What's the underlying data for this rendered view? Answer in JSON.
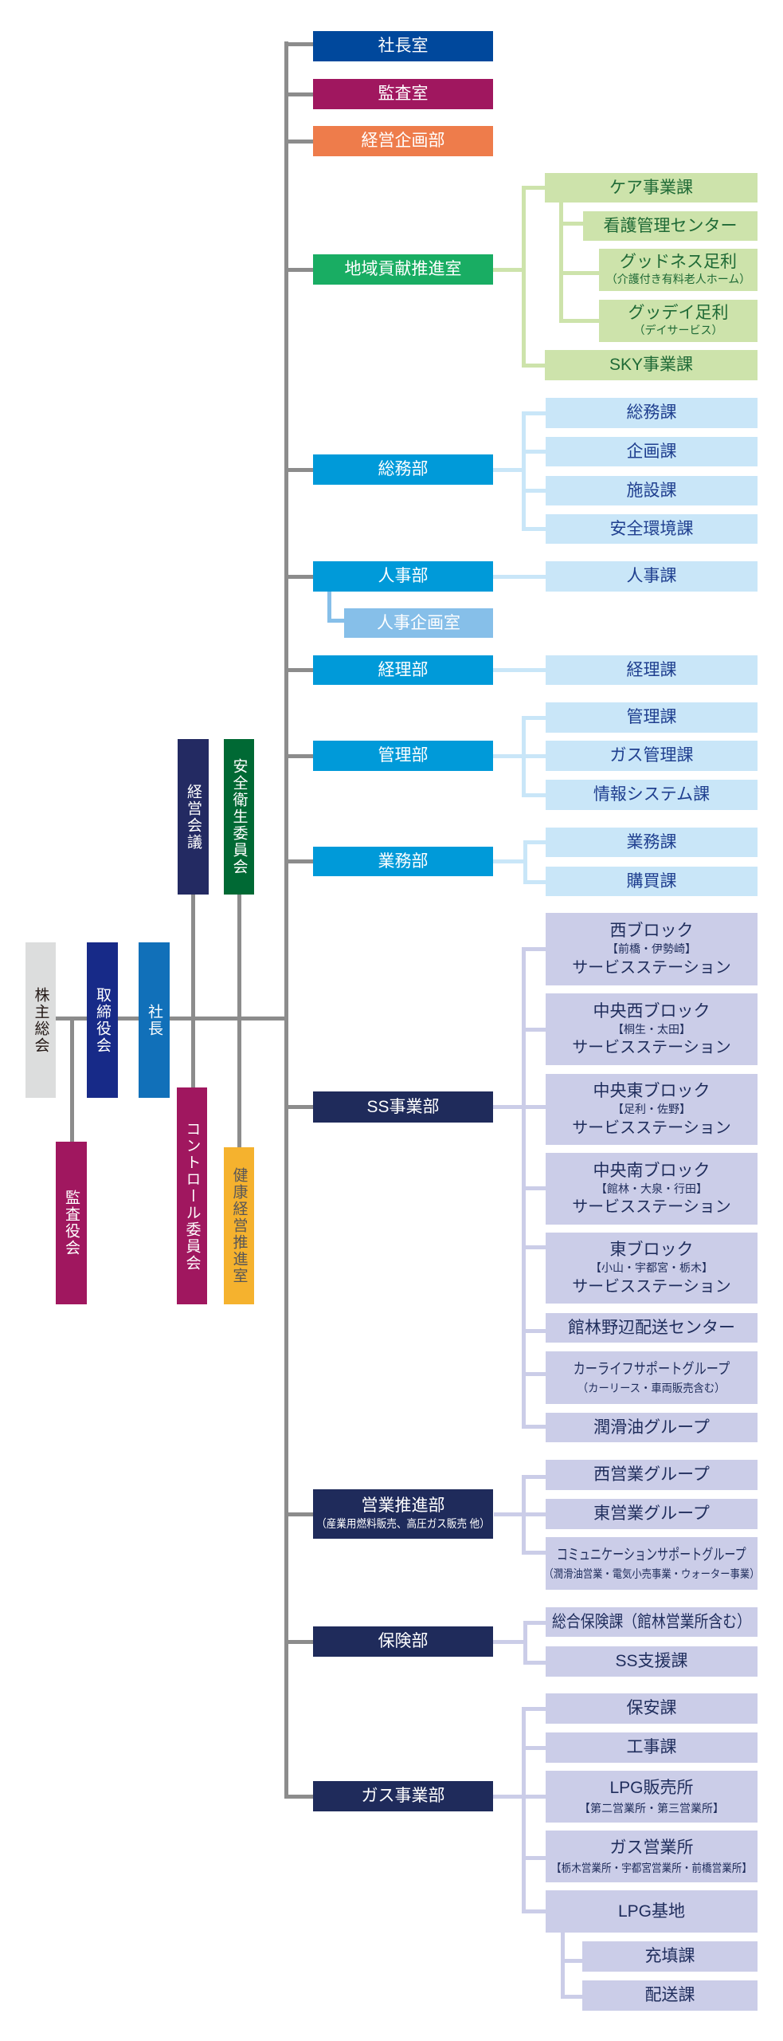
{
  "governance": {
    "shareholders_meeting": "株主総会",
    "board_of_directors": "取締役会",
    "president": "社長",
    "management_meeting": "経営会議",
    "safety_health_committee": "安全衛生委員会",
    "audit_board": "監査役会",
    "control_committee": "コントロール委員会",
    "health_management_office": "健康経営推進室"
  },
  "departments": [
    {
      "name": "社長室"
    },
    {
      "name": "監査室"
    },
    {
      "name": "経営企画部"
    },
    {
      "name": "地域貢献推進室",
      "children": [
        {
          "name": "ケア事業課",
          "children": [
            {
              "name": "看護管理センター"
            },
            {
              "name": "グッドネス足利",
              "note": "（介護付き有料老人ホーム）"
            },
            {
              "name": "グッデイ足利",
              "note": "（デイサービス）"
            }
          ]
        },
        {
          "name": "SKY事業課"
        }
      ]
    },
    {
      "name": "総務部",
      "children": [
        {
          "name": "総務課"
        },
        {
          "name": "企画課"
        },
        {
          "name": "施設課"
        },
        {
          "name": "安全環境課"
        }
      ]
    },
    {
      "name": "人事部",
      "sub_office": "人事企画室",
      "children": [
        {
          "name": "人事課"
        }
      ]
    },
    {
      "name": "経理部",
      "children": [
        {
          "name": "経理課"
        }
      ]
    },
    {
      "name": "管理部",
      "children": [
        {
          "name": "管理課"
        },
        {
          "name": "ガス管理課"
        },
        {
          "name": "情報システム課"
        }
      ]
    },
    {
      "name": "業務部",
      "children": [
        {
          "name": "業務課"
        },
        {
          "name": "購買課"
        }
      ]
    },
    {
      "name": "SS事業部",
      "children": [
        {
          "name": "西ブロック",
          "area": "【前橋・伊勢崎】",
          "type": "サービスステーション"
        },
        {
          "name": "中央西ブロック",
          "area": "【桐生・太田】",
          "type": "サービスステーション"
        },
        {
          "name": "中央東ブロック",
          "area": "【足利・佐野】",
          "type": "サービスステーション"
        },
        {
          "name": "中央南ブロック",
          "area": "【館林・大泉・行田】",
          "type": "サービスステーション"
        },
        {
          "name": "東ブロック",
          "area": "【小山・宇都宮・栃木】",
          "type": "サービスステーション"
        },
        {
          "name": "館林野辺配送センター"
        },
        {
          "name": "カーライフサポートグループ",
          "note": "（カーリース・車両販売含む）"
        },
        {
          "name": "潤滑油グループ"
        }
      ]
    },
    {
      "name": "営業推進部",
      "note": "（産業用燃料販売、高圧ガス販売 他）",
      "children": [
        {
          "name": "西営業グループ"
        },
        {
          "name": "東営業グループ"
        },
        {
          "name": "コミュニケーションサポートグループ",
          "note": "（潤滑油営業・電気小売事業・ウォーター事業）"
        }
      ]
    },
    {
      "name": "保険部",
      "children": [
        {
          "name": "総合保険課（館林営業所含む）"
        },
        {
          "name": "SS支援課"
        }
      ]
    },
    {
      "name": "ガス事業部",
      "children": [
        {
          "name": "保安課"
        },
        {
          "name": "工事課"
        },
        {
          "name": "LPG販売所",
          "note": "【第二営業所・第三営業所】"
        },
        {
          "name": "ガス営業所",
          "note": "【栃木営業所・宇都宮営業所・前橋営業所】"
        },
        {
          "name": "LPG基地",
          "children": [
            {
              "name": "充填課"
            },
            {
              "name": "配送課"
            }
          ]
        }
      ]
    }
  ],
  "colors": {
    "shareholders_meeting": "#dcdddd",
    "board_of_directors": "#172a88",
    "president": "#1170b9",
    "management_meeting": "#232a62",
    "safety_health_committee": "#006934",
    "audit_board": "#a0175f",
    "control_committee": "#a0175f",
    "health_management_office": "#f5b22e",
    "president_office": "#00489c",
    "audit_office": "#a0175f",
    "corporate_planning": "#ee7c4b",
    "community_contribution": "#19ad63",
    "admin_group": "#009ad9",
    "hr_planning": "#86bfe9",
    "business_group": "#1f2b5b",
    "child_green": "#cde3ab",
    "child_blue": "#c9e6f8",
    "child_navy": "#cbcde8",
    "connector_main": "#8c8c8c",
    "line_green": "#cde3ab",
    "line_blue": "#c9e6f8",
    "line_navy": "#cbcde8"
  }
}
